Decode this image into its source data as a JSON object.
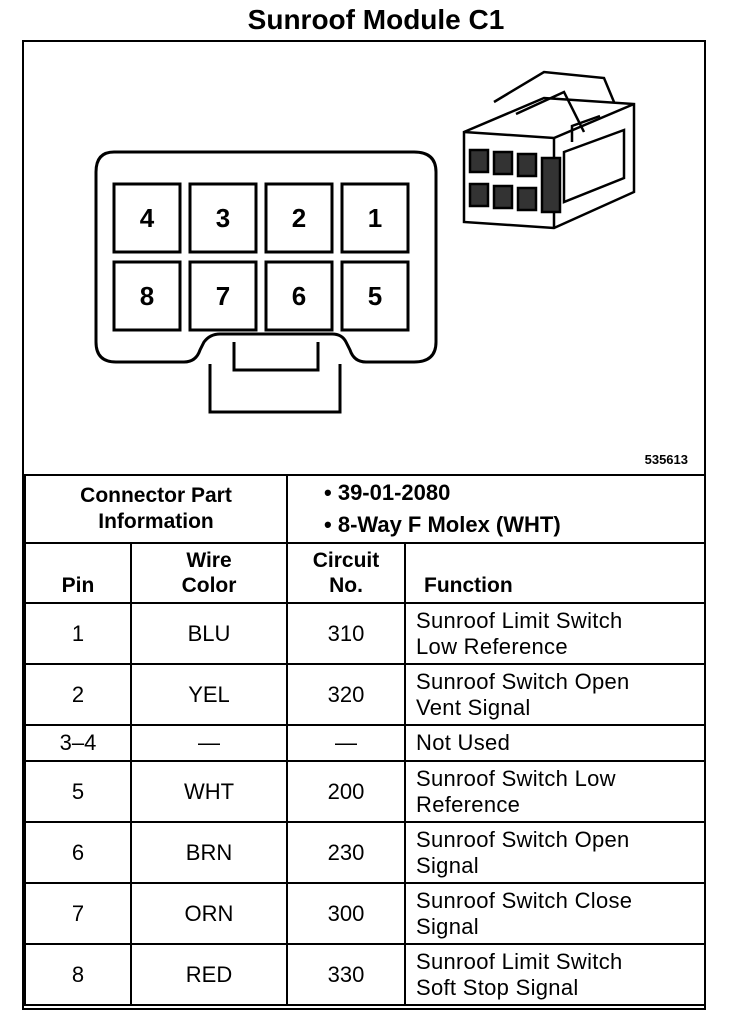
{
  "title": "Sunroof Module C1",
  "diagram": {
    "figure_code": "535613",
    "pins_top": [
      "4",
      "3",
      "2",
      "1"
    ],
    "pins_bottom": [
      "8",
      "7",
      "6",
      "5"
    ]
  },
  "connector_info": {
    "label_line1": "Connector Part",
    "label_line2": "Information",
    "items": [
      "39-01-2080",
      "8-Way F Molex (WHT)"
    ]
  },
  "columns": {
    "pin": "Pin",
    "wire_line1": "Wire",
    "wire_line2": "Color",
    "circuit_line1": "Circuit",
    "circuit_line2": "No.",
    "function": "Function"
  },
  "rows": [
    {
      "pin": "1",
      "wire": "BLU",
      "circuit": "310",
      "function_line1": "Sunroof Limit Switch",
      "function_line2": "Low Reference"
    },
    {
      "pin": "2",
      "wire": "YEL",
      "circuit": "320",
      "function_line1": "Sunroof Switch Open",
      "function_line2": "Vent Signal"
    },
    {
      "pin": "3–4",
      "wire": "—",
      "circuit": "—",
      "function_line1": "Not Used",
      "function_line2": ""
    },
    {
      "pin": "5",
      "wire": "WHT",
      "circuit": "200",
      "function_line1": "Sunroof Switch Low",
      "function_line2": "Reference"
    },
    {
      "pin": "6",
      "wire": "BRN",
      "circuit": "230",
      "function_line1": "Sunroof Switch Open",
      "function_line2": "Signal"
    },
    {
      "pin": "7",
      "wire": "ORN",
      "circuit": "300",
      "function_line1": "Sunroof Switch Close",
      "function_line2": "Signal"
    },
    {
      "pin": "8",
      "wire": "RED",
      "circuit": "330",
      "function_line1": "Sunroof Limit Switch",
      "function_line2": "Soft Stop Signal"
    }
  ]
}
